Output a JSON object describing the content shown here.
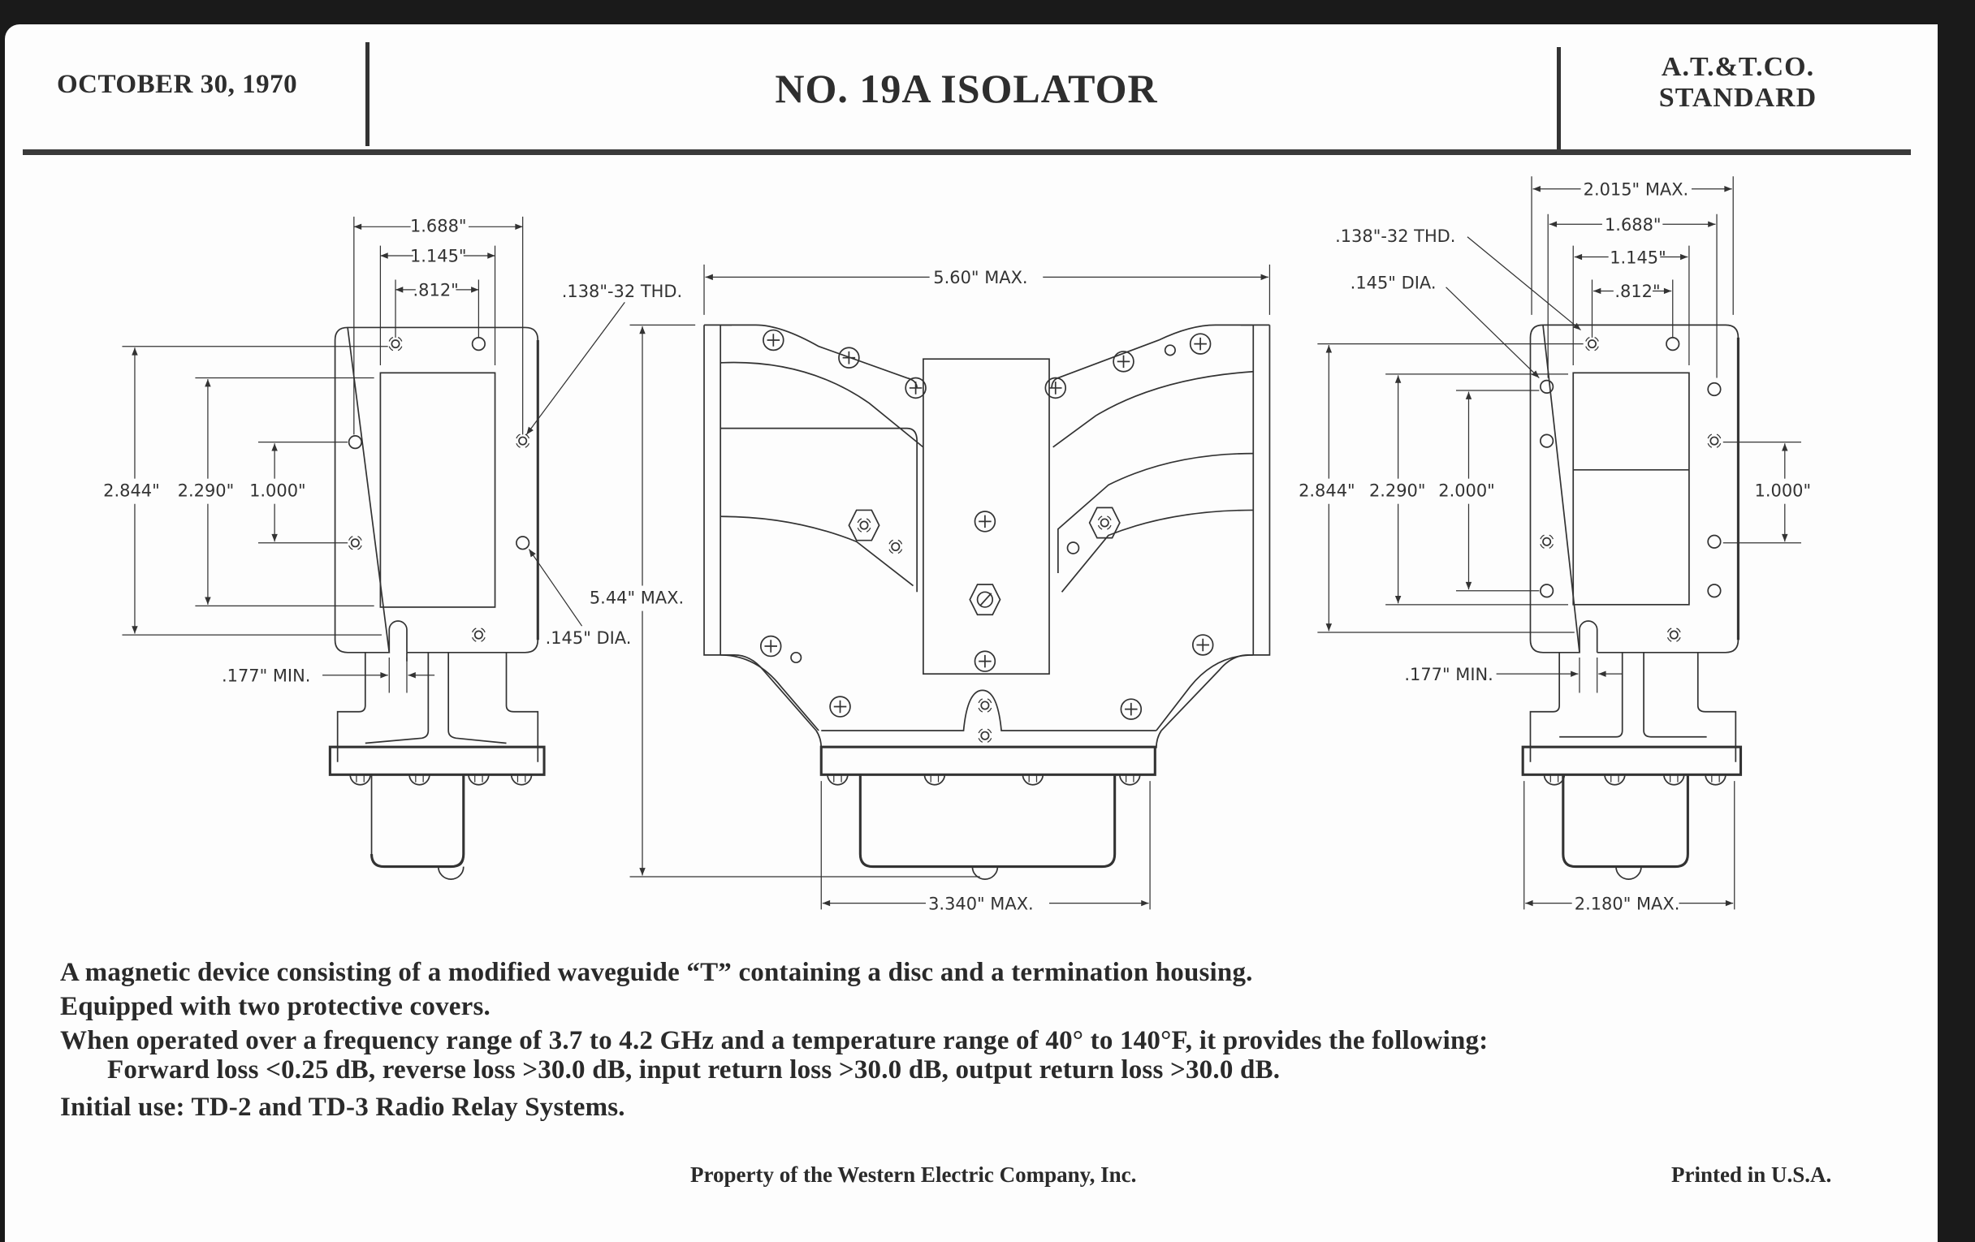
{
  "header": {
    "date": "OCTOBER 30, 1970",
    "title": "NO. 19A ISOLATOR",
    "standard_line1": "A.T.&T.CO.",
    "standard_line2": "STANDARD"
  },
  "drawing": {
    "left_view": {
      "dims": {
        "width_outer": "1.688\"",
        "width_mid": "1.145\"",
        "width_inner": ".812\"",
        "height_outer": "2.844\"",
        "height_mid": "2.290\"",
        "height_inner": "1.000\"",
        "slot": ".177\" MIN."
      },
      "callouts": {
        "thread": ".138\"-32 THD.",
        "hole": ".145\" DIA."
      }
    },
    "center_view": {
      "dims": {
        "width": "5.60\" MAX.",
        "height": "5.44\" MAX.",
        "base_width": "3.340\" MAX."
      }
    },
    "right_view": {
      "dims": {
        "width_max": "2.015\" MAX.",
        "width_outer": "1.688\"",
        "width_mid": "1.145\"",
        "width_inner": ".812\"",
        "height_outer": "2.844\"",
        "height_mid": "2.290\"",
        "height_inner": "2.000\"",
        "height_right": "1.000\"",
        "slot": ".177\" MIN.",
        "base_width": "2.180\" MAX."
      },
      "callouts": {
        "thread": ".138\"-32 THD.",
        "hole": ".145\" DIA."
      }
    }
  },
  "description": {
    "line1": "A magnetic device consisting of a modified waveguide “T” containing a disc and a termination housing.",
    "line2": "Equipped with two protective covers.",
    "line3": "When operated over a frequency range of 3.7 to 4.2 GHz and a temperature range of 40° to 140°F, it provides the following:",
    "line4": "Forward loss <0.25 dB, reverse loss >30.0 dB, input return loss >30.0 dB, output return loss >30.0 dB.",
    "line5": "Initial use:  TD-2 and TD-3 Radio Relay Systems."
  },
  "footer": {
    "left": "Property of the Western Electric Company, Inc.",
    "right": "Printed in U.S.A."
  }
}
